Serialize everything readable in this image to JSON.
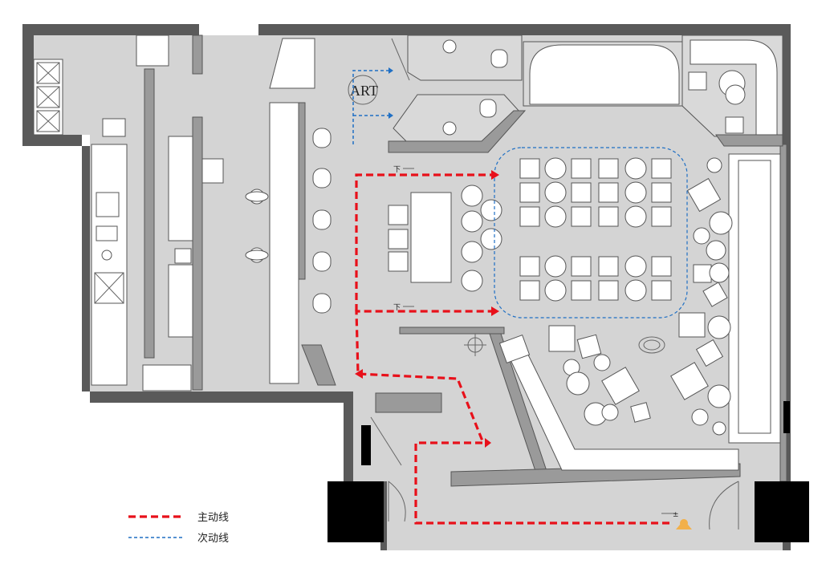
{
  "labels": {
    "art": "ART",
    "down_marker": "下"
  },
  "legend": {
    "primary": "主动线",
    "secondary": "次动线"
  },
  "colors": {
    "primary_circulation": "#e8101a",
    "secondary_circulation": "#1f6fc4",
    "wall": "#5a5a5a",
    "floor": "#d4d4d4"
  }
}
